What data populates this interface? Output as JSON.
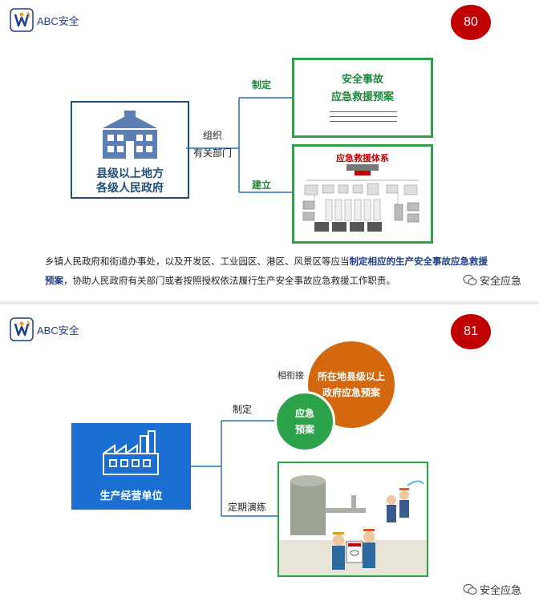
{
  "brand": {
    "name": "ABC安全"
  },
  "watermark": "安全应急",
  "slide1": {
    "page_number": "80",
    "gov": {
      "line1": "县级以上地方",
      "line2": "各级人民政府"
    },
    "org_label": {
      "line1": "组织",
      "line2": "有关部门"
    },
    "branch_top_label": "制定",
    "branch_bottom_label": "建立",
    "plan_box": {
      "line1": "安全事故",
      "line2": "应急救援预案"
    },
    "system_box": {
      "title": "应急救援体系"
    },
    "body": {
      "t1": "乡镇人民政府和街道办事处，以及开发区、工业园区、港区、风景区等应当",
      "h1": "制定相应的生产安全事",
      "h2": "故应急救援预案",
      "t2": "，协助人民政府有关部门或者按照授权依法履行生产安全事故应急救援工作职责。"
    }
  },
  "slide2": {
    "page_number": "81",
    "unit": "生产经营单位",
    "branch_top_label": "制定",
    "branch_bottom_label": "定期演练",
    "link_label": "相衔接",
    "green_circle": {
      "line1": "应急",
      "line2": "预案"
    },
    "orange_circle": {
      "line1": "所在地县级以上",
      "line2": "政府应急预案"
    }
  },
  "colors": {
    "blue_dark": "#1f4e79",
    "green": "#2ca24a",
    "orange": "#d4680f",
    "red": "#c00000",
    "unit_blue": "#1a6fd1",
    "icon_blue": "#5b7eb5"
  }
}
